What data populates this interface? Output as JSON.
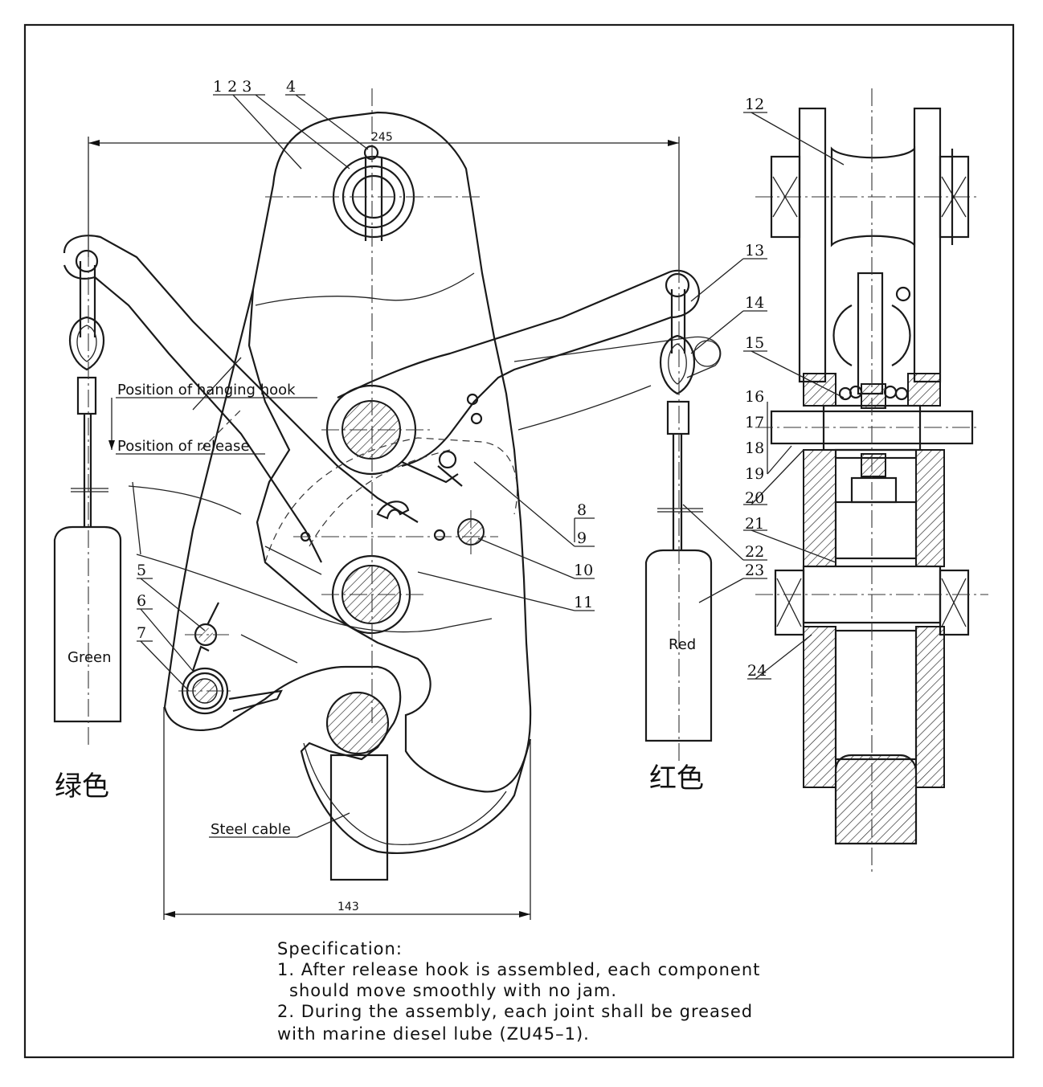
{
  "dimensions": {
    "top_width": "245",
    "bottom_width": "143"
  },
  "labels": {
    "position_hanging_hook": "Position of hanging hook",
    "position_release": "Position of release",
    "steel_cable": "Steel cable",
    "green": "Green",
    "red": "Red",
    "green_cn": "绿色",
    "red_cn": "红色"
  },
  "parts": {
    "p123": "1 2 3",
    "p4": "4",
    "p5": "5",
    "p6": "6",
    "p7": "7",
    "p8": "8",
    "p9": "9",
    "p10": "10",
    "p11": "11",
    "p12": "12",
    "p13": "13",
    "p14": "14",
    "p15": "15",
    "p16": "16",
    "p17": "17",
    "p18": "18",
    "p19": "19",
    "p20": "20",
    "p21": "21",
    "p22": "22",
    "p23": "23",
    "p24": "24"
  },
  "specification": {
    "title": "Specification:",
    "line1": "1. After release hook is assembled, each component",
    "line2": "should move smoothly with no jam.",
    "line3": "2. During the assembly, each joint shall be greased",
    "line4": "with marine diesel lube (ZU45–1)."
  }
}
